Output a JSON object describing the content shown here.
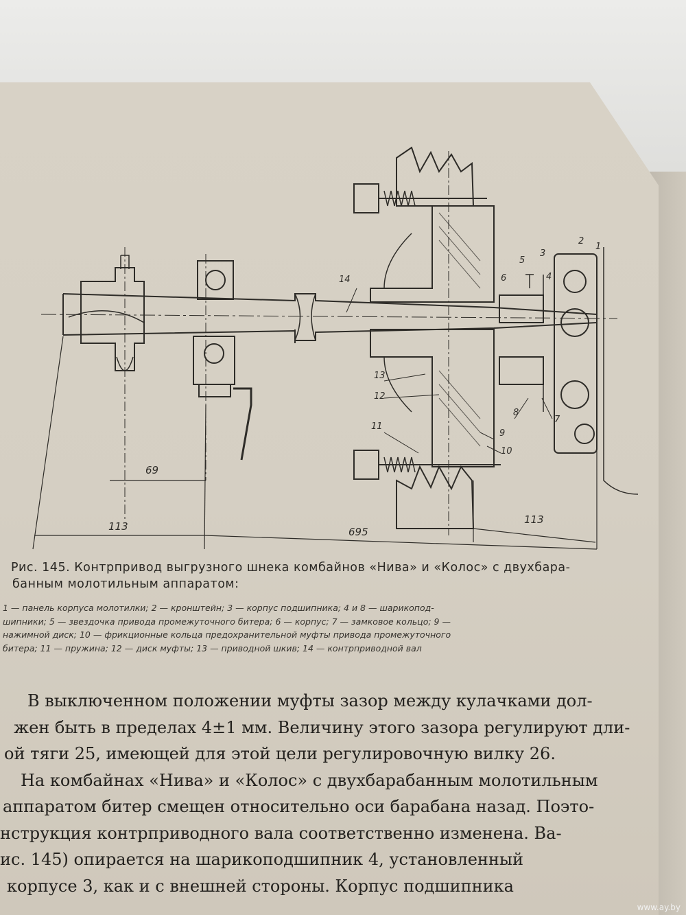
{
  "figure": {
    "dimensions": [
      "69",
      "113",
      "695",
      "113"
    ],
    "part_numbers": [
      "14",
      "5",
      "3",
      "2",
      "1",
      "4",
      "6",
      "13",
      "12",
      "11",
      "9",
      "10",
      "8",
      "7"
    ]
  },
  "caption": {
    "title_line1": "Рис. 145. Контрпривод выгрузного шнека комбайнов «Нива» и «Колос» с двухбара-",
    "title_line2": "банным молотильным аппаратом:",
    "legend_lines": [
      "1 — панель корпуса молотилки; 2 — кронштейн; 3 — корпус подшипника; 4 и 8 — шарикопод-",
      "шипники; 5 — звездочка привода промежуточного битера; 6 — корпус; 7 — замковое кольцо; 9 —",
      "нажимной диск; 10 — фрикционные кольца предохранительной муфты привода промежуточного",
      "битера; 11 — пружина; 12 — диск муфты; 13 — приводной шкив; 14 — контрприводной вал"
    ]
  },
  "body_lines": [
    "В выключенном положении муфты зазор между кулачками дол-",
    "жен быть в пределах 4±1 мм. Величину этого зазора регулируют дли-",
    "ой тяги 25, имеющей для этой цели регулировочную вилку 26.",
    "На комбайнах «Нива» и «Колос» с двухбарабанным молотильным",
    "аппаратом битер смещен относительно оси барабана назад. Поэто-",
    "нструкция контрприводного вала соответственно изменена. Ва-",
    "ис. 145) опирается на шарикоподшипник 4, установленный",
    "корпусе 3, как и с внешней стороны. Корпус подшипника"
  ],
  "watermark": "www.ay.by"
}
